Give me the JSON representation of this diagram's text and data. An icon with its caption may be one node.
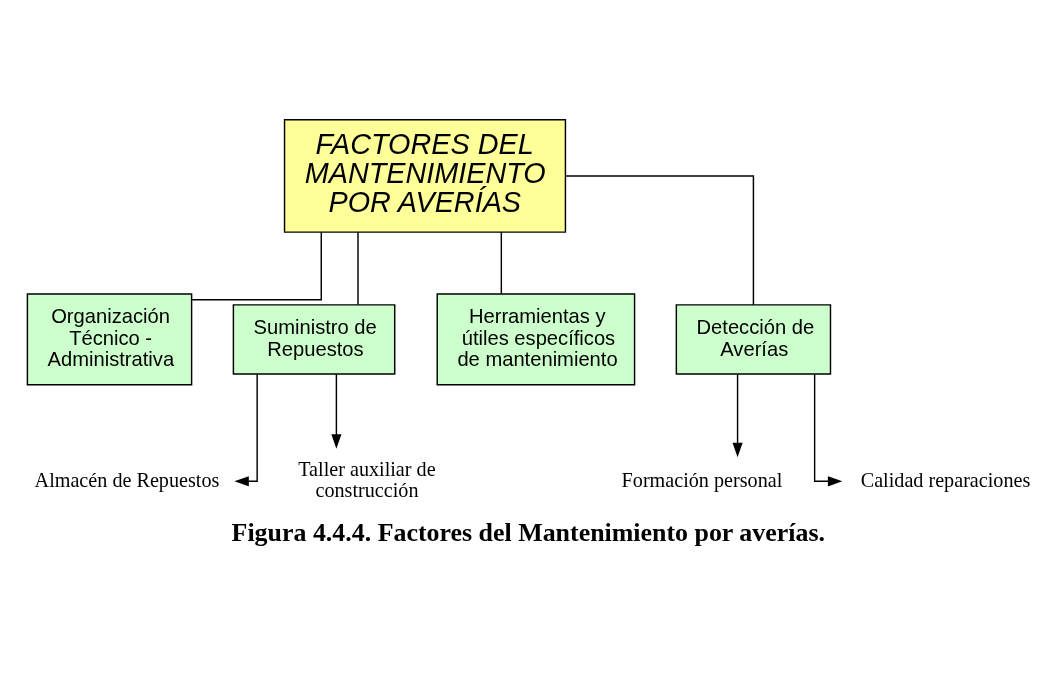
{
  "diagram": {
    "caption": "Figura 4.4.4. Factores del Mantenimiento por averías.",
    "nodes": [
      {
        "text": [
          "FACTORES DEL MANTENIMIENTO POR AVERÍAS"
        ]
      },
      {
        "text": [
          "Organización Técnico - Administrativa"
        ]
      },
      {
        "text": [
          "Suministro de Repuestos"
        ]
      },
      {
        "text": [
          "Herramientas y útiles específicos de mantenimiento"
        ]
      },
      {
        "text": [
          "Detección de Averías"
        ]
      },
      {
        "text": [
          "Almacén de Repuestos"
        ]
      },
      {
        "text": [
          "Taller auxiliar de construcción"
        ]
      },
      {
        "text": [
          "Formación personal"
        ]
      },
      {
        "text": [
          "Calidad reparaciones"
        ]
      }
    ],
    "edges": [
      {
        "from": 0,
        "to": 1,
        "arrow": "none"
      },
      {
        "from": 0,
        "to": 2,
        "arrow": "none"
      },
      {
        "from": 0,
        "to": 3,
        "arrow": "none"
      },
      {
        "from": 0,
        "to": 4,
        "arrow": "none"
      },
      {
        "from": 2,
        "to": 5,
        "arrow": "to"
      },
      {
        "from": 2,
        "to": 6,
        "arrow": "to"
      },
      {
        "from": 4,
        "to": 7,
        "arrow": "to"
      },
      {
        "from": 4,
        "to": 8,
        "arrow": "to"
      }
    ]
  }
}
